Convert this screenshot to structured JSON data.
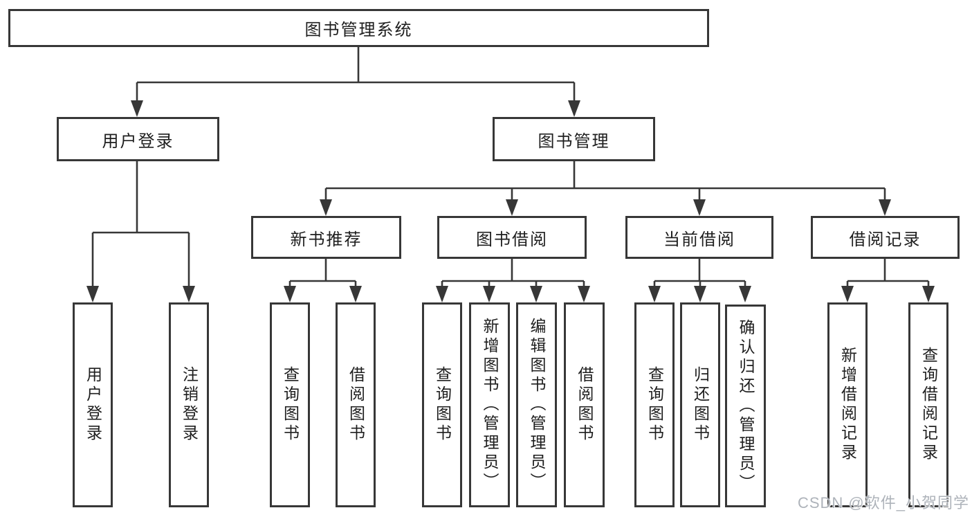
{
  "diagram": {
    "title": "图书管理系统",
    "branches": [
      {
        "label": "用户登录",
        "children": [
          "用户登录",
          "注销登录"
        ]
      },
      {
        "label": "图书管理"
      }
    ],
    "modules": [
      {
        "label": "新书推荐",
        "children": [
          "查询图书",
          "借阅图书"
        ]
      },
      {
        "label": "图书借阅",
        "children": [
          "查询图书",
          "新增图书（管理员）",
          "编辑图书（管理员）",
          "借阅图书"
        ]
      },
      {
        "label": "当前借阅",
        "children": [
          "查询图书",
          "归还图书",
          "确认归还（管理员）"
        ]
      },
      {
        "label": "借阅记录",
        "children": [
          "新增借阅记录",
          "查询借阅记录"
        ]
      }
    ]
  },
  "watermark": "CSDN @软件_小贺同学",
  "colors": {
    "line": "#373737",
    "box_border": "#373737",
    "box_fill": "#ffffff",
    "text": "#1e1e1e",
    "background": "#ffffff",
    "watermark": "#aeb3ba"
  }
}
